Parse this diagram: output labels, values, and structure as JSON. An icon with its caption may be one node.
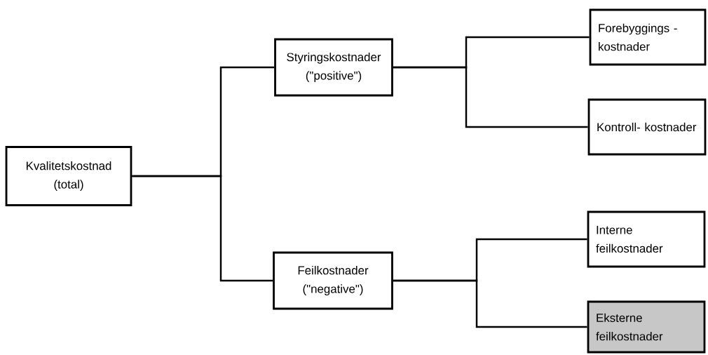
{
  "diagram": {
    "nodes": [
      {
        "text": [
          "Kvalitetskostnad (total)"
        ]
      },
      {
        "text": [
          "Styringskostnader (\"positive\")"
        ]
      },
      {
        "text": [
          "Feilkostnader (\"negative\")"
        ]
      },
      {
        "text": [
          "Forebyggings - kostnader"
        ]
      },
      {
        "text": [
          "Kontroll- kostnader"
        ]
      },
      {
        "text": [
          "Interne feilkostnader"
        ]
      },
      {
        "text": [
          "Eksterne feilkostnader"
        ]
      }
    ],
    "edges": [
      {
        "from": 0,
        "to": 1,
        "arrow": "none"
      },
      {
        "from": 0,
        "to": 2,
        "arrow": "none"
      },
      {
        "from": 1,
        "to": 3,
        "arrow": "none"
      },
      {
        "from": 1,
        "to": 4,
        "arrow": "none"
      },
      {
        "from": 2,
        "to": 5,
        "arrow": "none"
      },
      {
        "from": 2,
        "to": 6,
        "arrow": "none"
      }
    ]
  }
}
